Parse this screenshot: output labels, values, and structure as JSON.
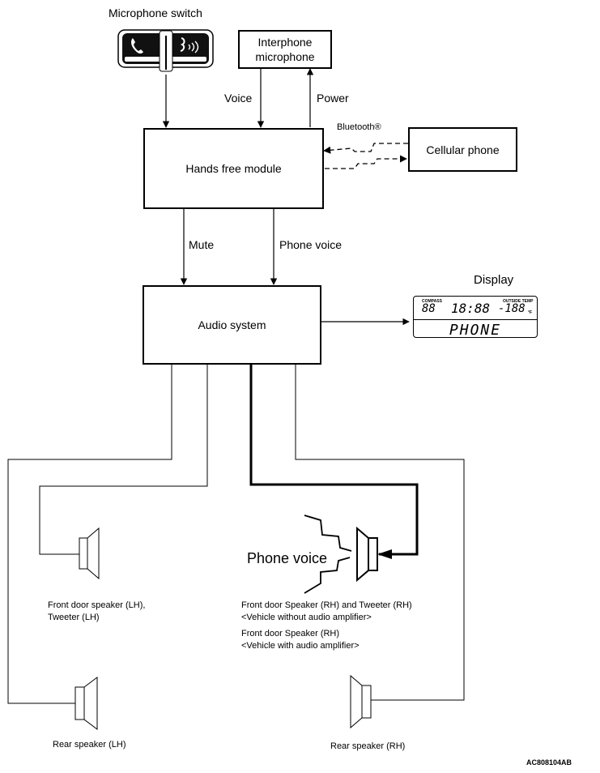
{
  "labels": {
    "microphone_switch": "Microphone switch",
    "interphone_microphone": "Interphone microphone",
    "voice": "Voice",
    "power": "Power",
    "bluetooth": "Bluetooth®",
    "hands_free_module": "Hands free module",
    "cellular_phone": "Cellular phone",
    "mute": "Mute",
    "phone_voice": "Phone voice",
    "display": "Display",
    "audio_system": "Audio system",
    "phone_voice_large": "Phone voice",
    "front_lh": "Front door speaker (LH),\nTweeter (LH)",
    "front_rh_1": "Front door Speaker (RH) and Tweeter (RH)",
    "front_rh_2": "<Vehicle without audio amplifier>",
    "front_rh_3": "Front door Speaker (RH)",
    "front_rh_4": "<Vehicle with audio amplifier>",
    "rear_lh": "Rear speaker (LH)",
    "rear_rh": "Rear speaker (RH)",
    "figure_code": "AC808104AB"
  },
  "lcd": {
    "compass": "COMPASS",
    "compass_value": "88",
    "time": "18:88",
    "outside_temp": "OUTSIDE TEMP",
    "temp_value": "-188",
    "temp_unit": "°F",
    "text": "PHONE"
  }
}
